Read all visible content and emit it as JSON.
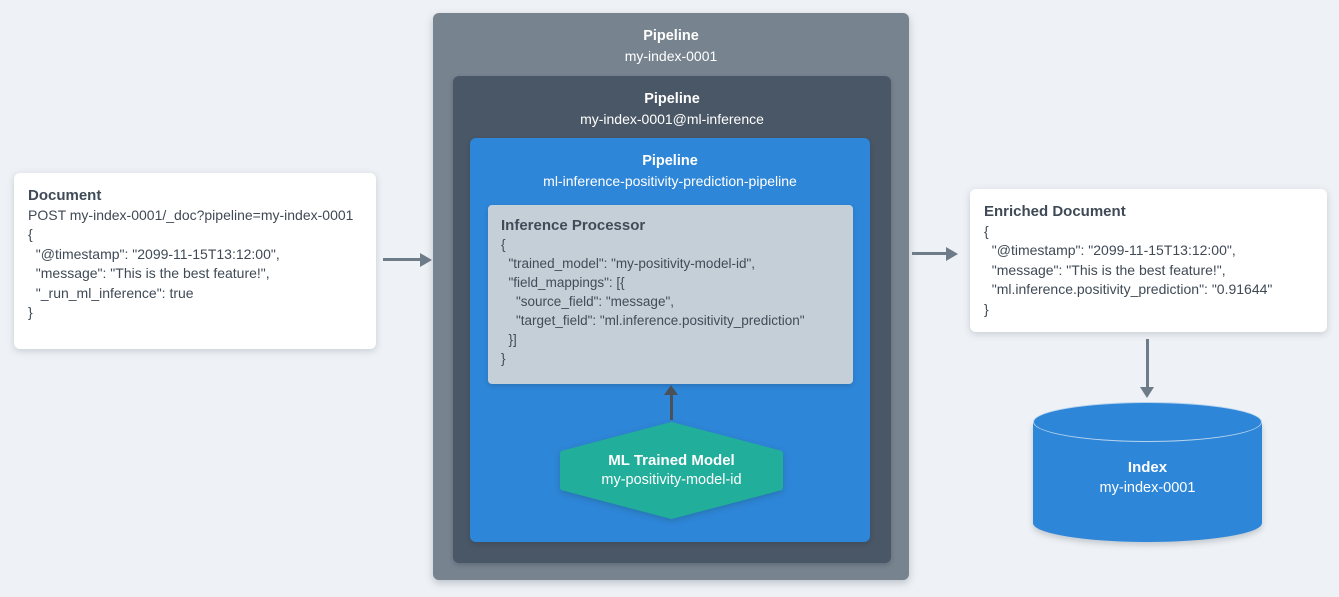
{
  "colors": {
    "page_bg": "#EEF1F5",
    "outer_pipeline_bg": "#77838F",
    "inner_pipeline_bg": "#4A5766",
    "ml_pipeline_bg": "#2E86D8",
    "processor_bg": "#C5CFD8",
    "model_hexagon_bg": "#21AE9B",
    "index_cylinder_bg": "#2E86D8",
    "arrow_gray": "#6E7B89",
    "arrow_dark": "#4A5158",
    "card_text": "#3F4A56"
  },
  "icons": {
    "arrow_document_to_pipeline": "arrow-right-icon",
    "arrow_pipeline_to_enriched": "arrow-right-icon",
    "arrow_model_to_processor": "arrow-up-icon",
    "arrow_enriched_to_index": "arrow-down-icon"
  },
  "document_card": {
    "title": "Document",
    "code": "POST my-index-0001/_doc?pipeline=my-index-0001\n{\n  \"@timestamp\": \"2099-11-15T13:12:00\",\n  \"message\": \"This is the best feature!\",\n  \"_run_ml_inference\": true\n}"
  },
  "outer_pipeline": {
    "label": "Pipeline",
    "name": "my-index-0001"
  },
  "inner_pipeline": {
    "label": "Pipeline",
    "name": "my-index-0001@ml-inference"
  },
  "ml_pipeline": {
    "label": "Pipeline",
    "name": "ml-inference-positivity-prediction-pipeline"
  },
  "inference_processor": {
    "title": "Inference Processor",
    "code": "{\n  \"trained_model\": \"my-positivity-model-id\",\n  \"field_mappings\": [{\n    \"source_field\": \"message\",\n    \"target_field\": \"ml.inference.positivity_prediction\"\n  }]\n}"
  },
  "trained_model": {
    "title": "ML Trained Model",
    "name": "my-positivity-model-id"
  },
  "enriched_card": {
    "title": "Enriched Document",
    "code": "{\n  \"@timestamp\": \"2099-11-15T13:12:00\",\n  \"message\": \"This is the best feature!\",\n  \"ml.inference.positivity_prediction\": \"0.91644\"\n}"
  },
  "index_store": {
    "title": "Index",
    "name": "my-index-0001"
  }
}
